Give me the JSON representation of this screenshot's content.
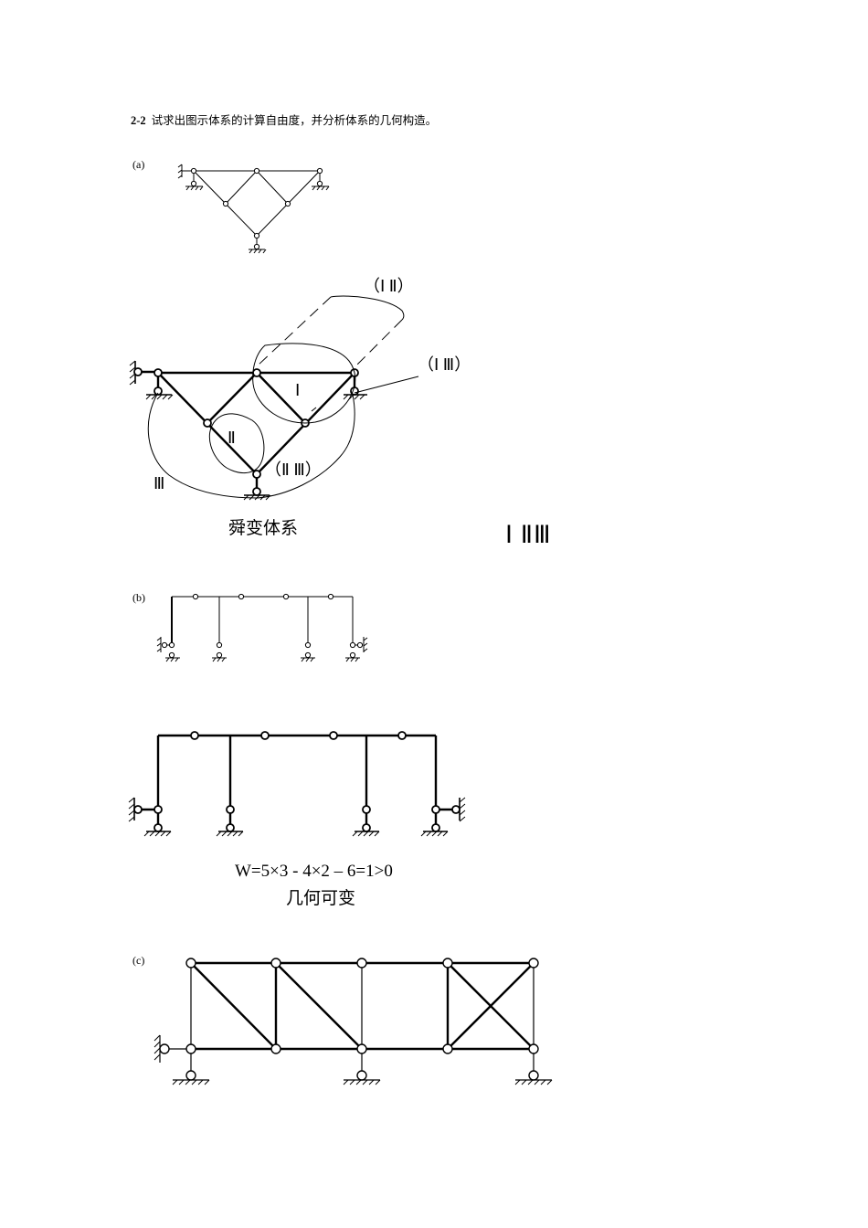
{
  "problem": {
    "number": "2-2",
    "text": "试求出图示体系的计算自由度，并分析体系的几何构造。"
  },
  "figure_a": {
    "part_label": "(a)",
    "labels": {
      "pair_1_2": "（Ⅰ Ⅱ）",
      "pair_1_3": "（Ⅰ Ⅲ）",
      "pair_2_3": "（Ⅱ  Ⅲ）",
      "body_1": "Ⅰ",
      "body_2": "Ⅱ",
      "body_3": "Ⅲ"
    },
    "conclusion": "舜变体系",
    "rigid_bodies": "Ⅰ  ⅡⅢ"
  },
  "figure_b": {
    "part_label": "(b)",
    "formula": "W=5×3 - 4×2 – 6=1>0",
    "conclusion": "几何可变"
  },
  "figure_c": {
    "part_label": "(c)"
  }
}
